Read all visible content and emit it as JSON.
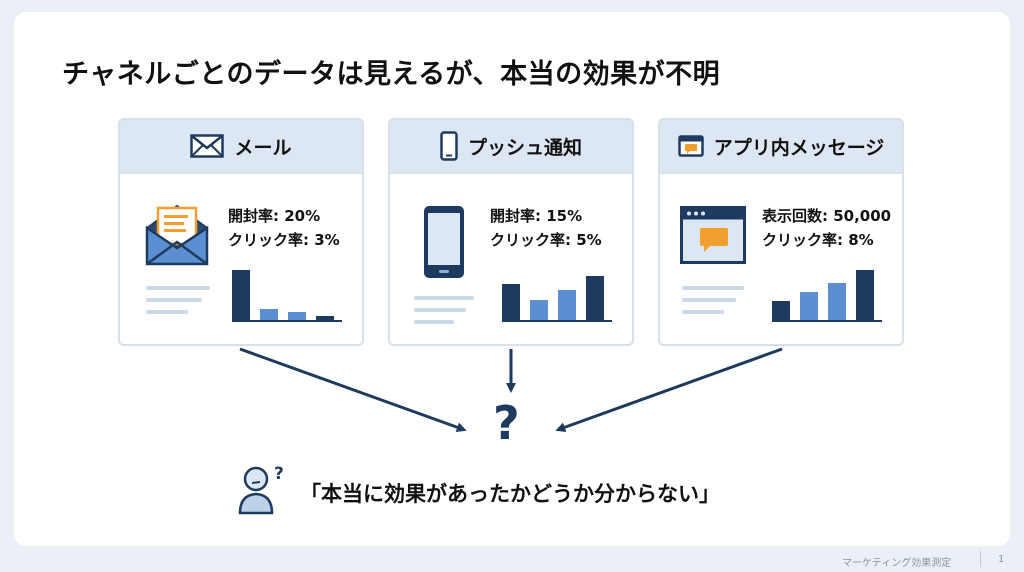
{
  "title": "チャネルごとのデータは見えるが、本当の効果が不明",
  "colors": {
    "accent": "#1f3a5f",
    "bar_light": "#5b8fd1",
    "header_bg": "#dce7f3",
    "orange": "#f0a031"
  },
  "cards": [
    {
      "label": "メール",
      "icon": "envelope-icon",
      "metric1": "開封率: 20%",
      "metric2": "クリック率: 3%",
      "bar_values": [
        1.0,
        0.22,
        0.16,
        0.08
      ]
    },
    {
      "label": "プッシュ通知",
      "icon": "smartphone-icon",
      "metric1": "開封率: 15%",
      "metric2": "クリック率: 5%",
      "bar_values": [
        0.72,
        0.4,
        0.6,
        0.88
      ]
    },
    {
      "label": "アプリ内メッセージ",
      "icon": "app-message-icon",
      "metric1": "表示回数: 50,000",
      "metric2": "クリック率: 8%",
      "bar_values": [
        0.38,
        0.57,
        0.74,
        1.0
      ]
    }
  ],
  "question_mark": "?",
  "person_question": "?",
  "quote": "「本当に効果があったかどうか分からない」",
  "footer": {
    "label": "マーケティング効果測定",
    "page": "1"
  }
}
